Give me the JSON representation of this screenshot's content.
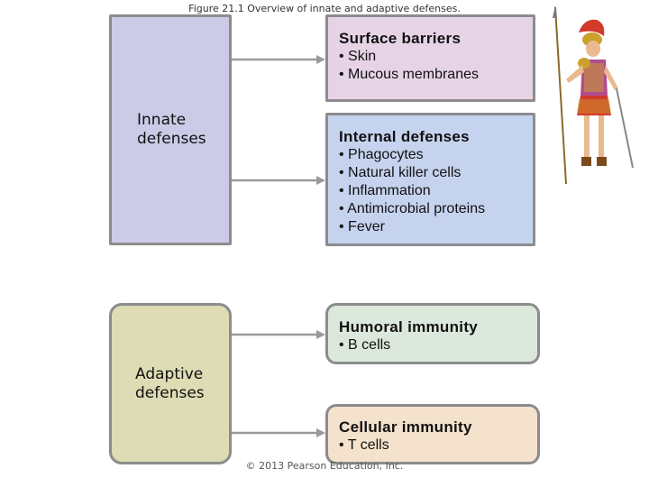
{
  "header": {
    "figure_title": "Figure 21.1 Overview of innate and adaptive defenses."
  },
  "groups": {
    "innate": {
      "label_line1": "Innate",
      "label_line2": "defenses"
    },
    "adaptive": {
      "label_line1": "Adaptive",
      "label_line2": "defenses"
    }
  },
  "panels": {
    "surface_barriers": {
      "title": "Surface barriers",
      "items": [
        "• Skin",
        "• Mucous membranes"
      ]
    },
    "internal_defenses": {
      "title": "Internal defenses",
      "items": [
        "• Phagocytes",
        "• Natural killer cells",
        "• Inflammation",
        "• Antimicrobial proteins",
        "• Fever"
      ]
    },
    "humoral_immunity": {
      "title": "Humoral immunity",
      "items": [
        "• B cells"
      ]
    },
    "cellular_immunity": {
      "title": "Cellular immunity",
      "items": [
        "• T cells"
      ]
    }
  },
  "footer": {
    "copyright": "© 2013 Pearson Education, Inc."
  },
  "icons": {
    "mascot": "roman-soldier-icon"
  },
  "colors": {
    "innate": "#cbcbe8",
    "adaptive": "#dddcb4",
    "surface": "#e6d4e6",
    "internal": "#c6d3ee",
    "humoral": "#dde8dd",
    "cellular": "#f4e2cc",
    "border": "#8c8c8c"
  }
}
